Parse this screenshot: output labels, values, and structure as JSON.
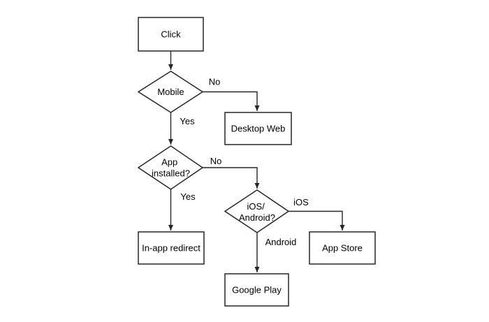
{
  "diagram": {
    "type": "flowchart",
    "colors": {
      "background": "#ffffff",
      "stroke": "#262626",
      "text": "#000000",
      "node_fill": "#ffffff"
    },
    "nodes": {
      "click": {
        "shape": "rectangle",
        "label": "Click"
      },
      "mobile": {
        "shape": "diamond",
        "label": "Mobile"
      },
      "desktop_web": {
        "shape": "rectangle",
        "label": "Desktop Web"
      },
      "app_installed": {
        "shape": "diamond",
        "line1": "App",
        "line2": "installed?"
      },
      "in_app_redirect": {
        "shape": "rectangle",
        "label": "In-app redirect"
      },
      "ios_android": {
        "shape": "diamond",
        "line1": "iOS/",
        "line2": "Android?"
      },
      "app_store": {
        "shape": "rectangle",
        "label": "App Store"
      },
      "google_play": {
        "shape": "rectangle",
        "label": "Google Play"
      }
    },
    "edge_labels": {
      "mobile_no": "No",
      "mobile_yes": "Yes",
      "app_installed_no": "No",
      "app_installed_yes": "Yes",
      "ios_android_ios": "iOS",
      "ios_android_android": "Android"
    }
  }
}
